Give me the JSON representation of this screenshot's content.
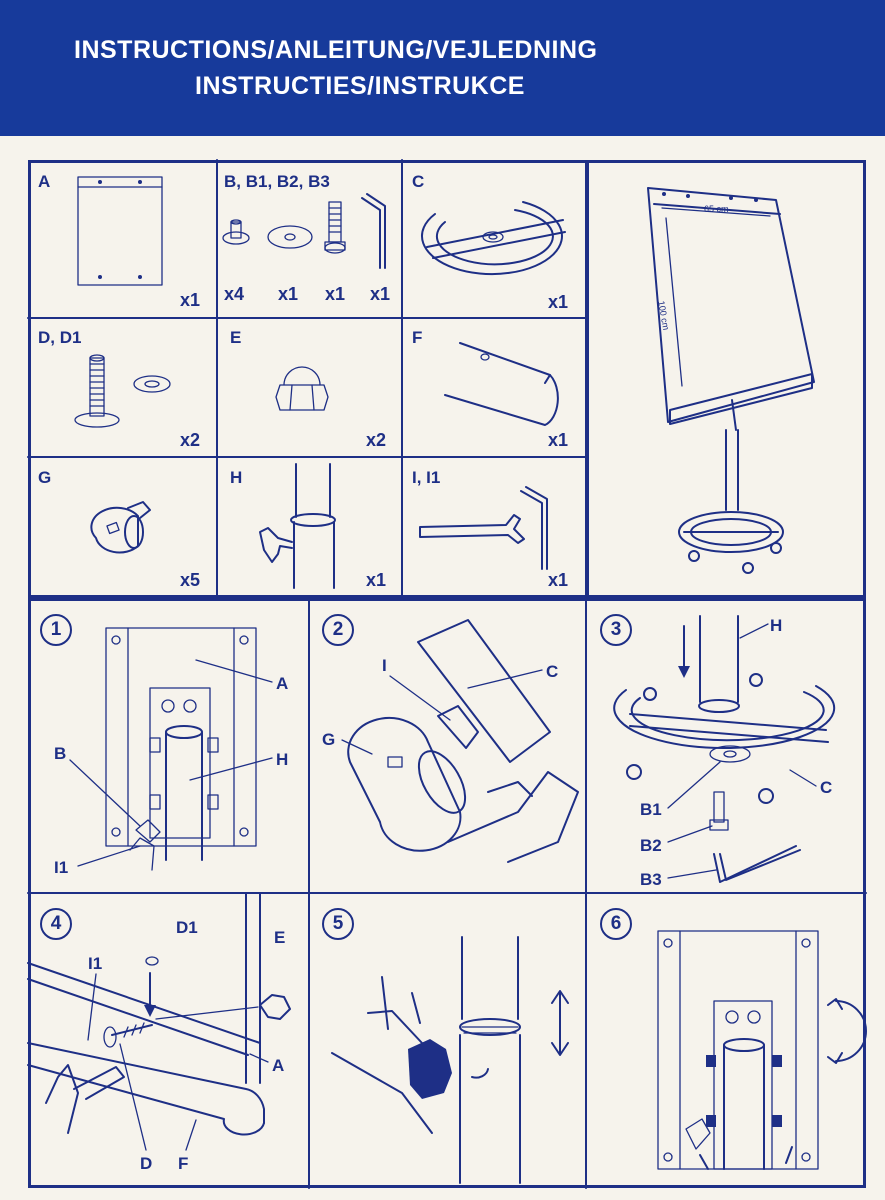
{
  "header": {
    "line1": "INSTRUCTIONS/ANLEITUNG/VEJLEDNING",
    "line2": "INSTRUCTIES/INSTRUKCE"
  },
  "parts": [
    {
      "label": "A",
      "qty": "x1"
    },
    {
      "label": "B, B1, B2, B3",
      "qtys": [
        "x4",
        "x1",
        "x1",
        "x1"
      ]
    },
    {
      "label": "C",
      "qty": "x1"
    },
    {
      "label": "D, D1",
      "qty": "x2"
    },
    {
      "label": "E",
      "qty": "x2"
    },
    {
      "label": "F",
      "qty": "x1"
    },
    {
      "label": "G",
      "qty": "x5"
    },
    {
      "label": "H",
      "qty": "x1"
    },
    {
      "label": "I, I1",
      "qty": "x1"
    }
  ],
  "overview": {
    "width_label": "65 cm",
    "height_label": "100 cm"
  },
  "steps": [
    {
      "num": "1",
      "callouts": [
        "A",
        "B",
        "H",
        "I1"
      ]
    },
    {
      "num": "2",
      "callouts": [
        "I",
        "C",
        "G"
      ]
    },
    {
      "num": "3",
      "callouts": [
        "H",
        "C",
        "B1",
        "B2",
        "B3"
      ]
    },
    {
      "num": "4",
      "callouts": [
        "D1",
        "I1",
        "E",
        "A",
        "D",
        "F"
      ]
    },
    {
      "num": "5",
      "callouts": []
    },
    {
      "num": "6",
      "callouts": []
    }
  ],
  "colors": {
    "header_bg": "#173a9b",
    "ink": "#1e2f86",
    "paper": "#f6f3ec"
  }
}
